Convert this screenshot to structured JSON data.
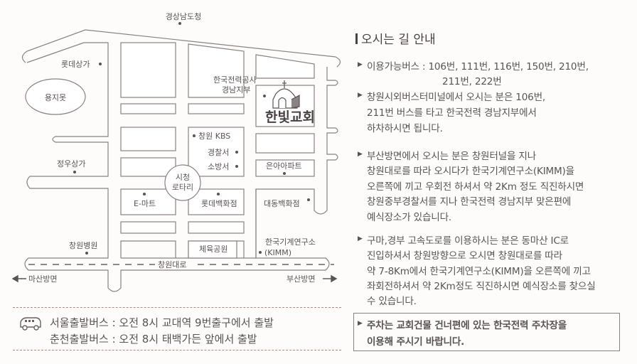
{
  "map": {
    "landmarks": {
      "provincial_office": "경상남도청",
      "lotte_mall": "롯데상가",
      "yongji_pond": "용지못",
      "jeongwoo_mall": "정우상가",
      "changwon_hospital": "창원병원",
      "masan_direction": "마산방면",
      "busan_direction": "부산방면",
      "main_road": "창원대로",
      "kepco_line1": "한국전력공사",
      "kepco_line2": "경남지부",
      "church_name": "한빛교회",
      "kbs": "창원 KBS",
      "police": "경찰서",
      "fire_station": "소방서",
      "rotary_line1": "시청",
      "rotary_line2": "로타리",
      "euna_apt": "은아아파트",
      "emart": "E-마트",
      "lotte_dept": "롯데백화점",
      "daedong_dept": "대동백화점",
      "sports_park": "체육공원",
      "kimm_line1": "한국기계연구소",
      "kimm_line2": "(KIMM)"
    }
  },
  "directions": {
    "title": "오시는 길 안내",
    "items": [
      {
        "lines": [
          "이용가능버스 : 106번, 111번, 116번, 150번, 210번,",
          "211번, 222번"
        ]
      },
      {
        "lines": [
          "창원시외버스터미널에서 오시는 분은 106번,",
          "211번 버스를 타고 한국전력 경남지부에서",
          "하차하시면 됩니다."
        ]
      },
      {
        "lines": [
          "부산방면에서 오시는 분은 창원터널을 지나",
          "창원대로를 따라 오시다가 한국기계연구소(KIMM)을",
          "오른쪽에 끼고 우회전 하셔서 약 2Km 정도 직진하시면",
          "창원중부경찰서를 지나 한국전력 경남지부 맞은편에",
          "예식장소가 있습니다."
        ]
      },
      {
        "lines": [
          "구마,경부 고속도로를 이용하시는 분은 동마산 IC로",
          "진입하셔서 창원방향으로 오시면 창원대로를 따라",
          "약 7-8Km에서 한국기계연구소(KIMM)을 오른쪽에 끼고",
          "좌회전하셔서 약 2Km정도 직진하시면 예식장소를 찾으실",
          "수 있습니다."
        ]
      }
    ],
    "parking": {
      "lines": [
        "주차는 교회건물 건너편에 있는 한국전력 주차장을",
        "이용해 주시기 바랍니다."
      ]
    }
  },
  "bus_info": {
    "seoul": "서울출발버스 : 오전 8시 교대역 9번출구에서 출발",
    "chuncheon": "춘천출발버스 : 오전 8시 태백가든 앞에서 출발"
  },
  "colors": {
    "text": "#5a5352",
    "line": "#8a8280",
    "dashed": "#b08a7a"
  }
}
